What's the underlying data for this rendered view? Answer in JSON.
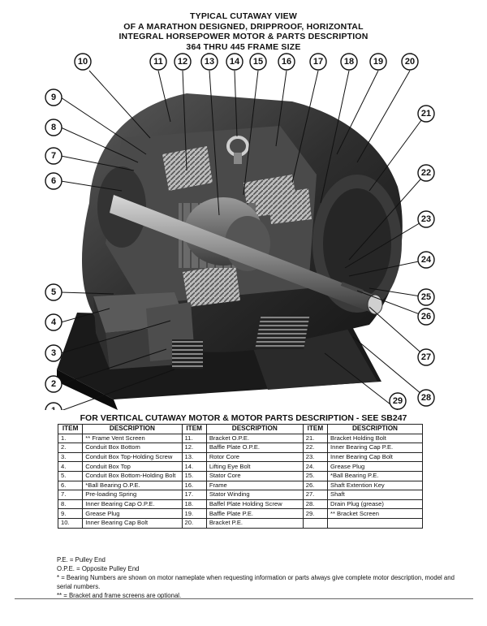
{
  "title_lines": [
    "TYPICAL CUTAWAY VIEW",
    "OF A MARATHON DESIGNED, DRIPPROOF, HORIZONTAL",
    "INTEGRAL HORSEPOWER MOTOR & PARTS DESCRIPTION",
    "364 THRU 445 FRAME SIZE"
  ],
  "callouts": [
    "1",
    "2",
    "3",
    "4",
    "5",
    "6",
    "7",
    "8",
    "9",
    "10",
    "11",
    "12",
    "13",
    "14",
    "15",
    "16",
    "17",
    "18",
    "19",
    "20",
    "21",
    "22",
    "23",
    "24",
    "25",
    "26",
    "27",
    "28",
    "29"
  ],
  "subheading": "FOR VERTICAL CUTAWAY MOTOR & MOTOR PARTS DESCRIPTION - SEE SB247",
  "table": {
    "headers": [
      "ITEM",
      "DESCRIPTION",
      "ITEM",
      "DESCRIPTION",
      "ITEM",
      "DESCRIPTION"
    ],
    "rows": [
      [
        "1.",
        "** Frame Vent Screen",
        "11.",
        "Bracket O.P.E.",
        "21.",
        "Bracket Holding Bolt"
      ],
      [
        "2.",
        "Conduit Box Bottom",
        "12.",
        "Baffle Plate O.P.E.",
        "22.",
        "Inner Bearing Cap P.E."
      ],
      [
        "3.",
        "Conduit Box Top-Holding Screw",
        "13.",
        "Rotor Core",
        "23.",
        "Inner Bearing Cap Bolt"
      ],
      [
        "4.",
        "Conduit Box Top",
        "14.",
        "Lifting Eye Bolt",
        "24.",
        "Grease Plug"
      ],
      [
        "5.",
        "Conduit Box Bottom-Holding Bolt",
        "15.",
        "Stator Core",
        "25.",
        "*Ball Bearing P.E."
      ],
      [
        "6.",
        "*Ball Bearing O.P.E.",
        "16.",
        "Frame",
        "26.",
        "Shaft Extention Key"
      ],
      [
        "7.",
        "Pre-loading Spring",
        "17.",
        "Stator Winding",
        "27.",
        "Shaft"
      ],
      [
        "8.",
        "Inner Bearing Cap O.P.E.",
        "18.",
        "Baffel Plate Holding Screw",
        "28.",
        "Drain Plug (grease)"
      ],
      [
        "9.",
        "Grease Plug",
        "19.",
        "Baffle Plate P.E.",
        "29.",
        "** Bracket Screen"
      ],
      [
        "10.",
        "Inner Bearing Cap Bolt",
        "20.",
        "Bracket P.E.",
        "",
        ""
      ]
    ]
  },
  "legend": {
    "pe": "P.E. = Pulley End",
    "ope": "O.P.E. = Opposite Pulley End",
    "note_bearing": "* = Bearing Numbers are shown on motor nameplate when requesting information or parts always give complete motor description, model and serial numbers.",
    "note_screens": "** = Bracket and frame screens are optional."
  }
}
